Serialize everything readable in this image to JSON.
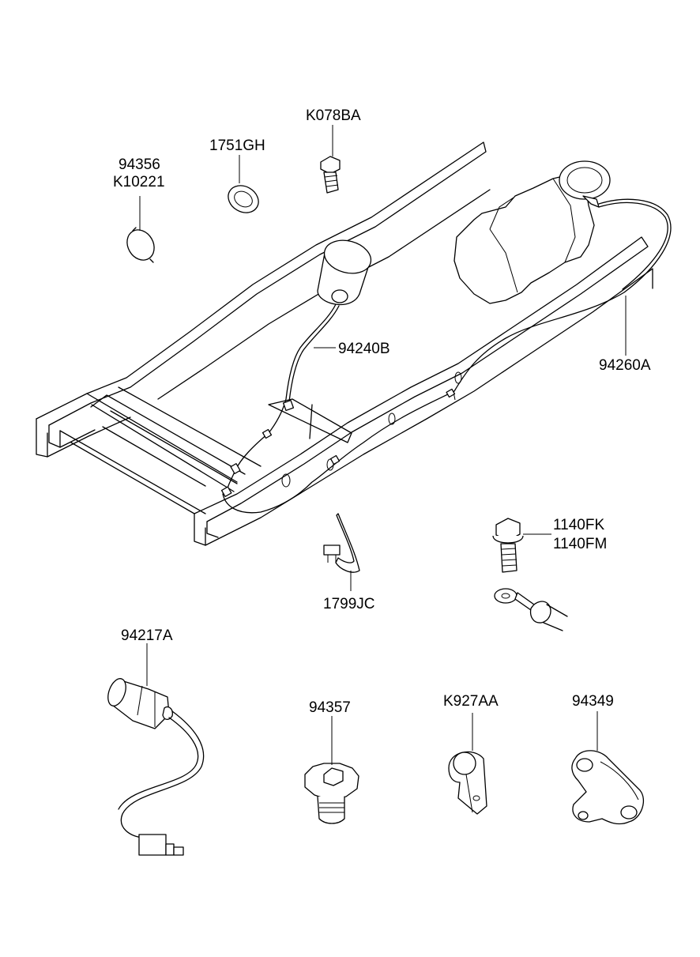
{
  "labels": {
    "k078ba": "K078BA",
    "l1751gh": "1751GH",
    "l94356": "94356",
    "k10221": "K10221",
    "l94240b": "94240B",
    "l94260a": "94260A",
    "l1140fk": "1140FK",
    "l1140fm": "1140FM",
    "l1799jc": "1799JC",
    "l94217a": "94217A",
    "l94357": "94357",
    "k927aa": "K927AA",
    "l94349": "94349"
  }
}
